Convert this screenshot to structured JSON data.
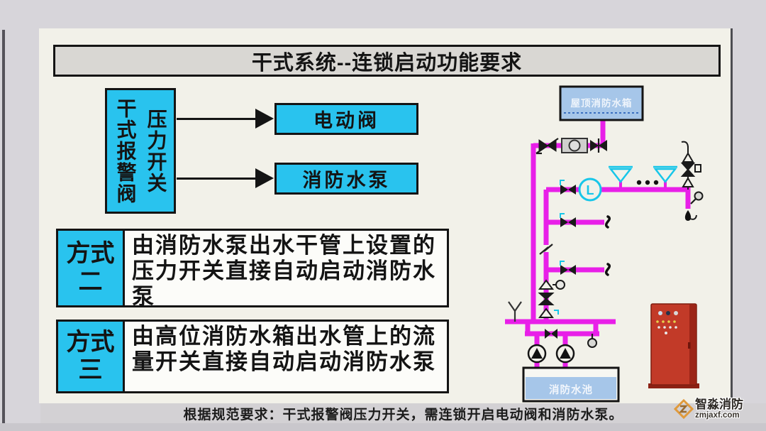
{
  "title": "干式系统--连锁启动功能要求",
  "flow": {
    "source_col_left": "干式报警阀",
    "source_col_right": "压力开关",
    "target_1": "电动阀",
    "target_2": "消防水泵"
  },
  "methods": [
    {
      "label_top": "方式",
      "label_bottom": "二",
      "text": "由消防水泵出水干管上设置的压力开关直接自动启动消防水泵"
    },
    {
      "label_top": "方式",
      "label_bottom": "三",
      "text": "由高位消防水箱出水管上的流量开关直接自动启动消防水泵"
    }
  ],
  "note": "根据规范要求：干式报警阀压力开关，需连锁开启电动阀和消防水泵。",
  "diagram": {
    "roof_tank_label": "屋顶消防水箱",
    "pool_label": "消防水池",
    "flow_indicator_letter": "L"
  },
  "watermark": {
    "brand": "智淼消防",
    "site": "zmjaxf.com"
  },
  "colors": {
    "accent_cyan": "#29c3ee",
    "pipe_magenta": "#e81fe8",
    "symbol_cyan": "#17c6e9",
    "tank_blue": "#a6c6e9",
    "cabinet_red": "#c23a28",
    "slide_bg": "#f2f1e9",
    "frame_gray": "#d7d5da"
  }
}
